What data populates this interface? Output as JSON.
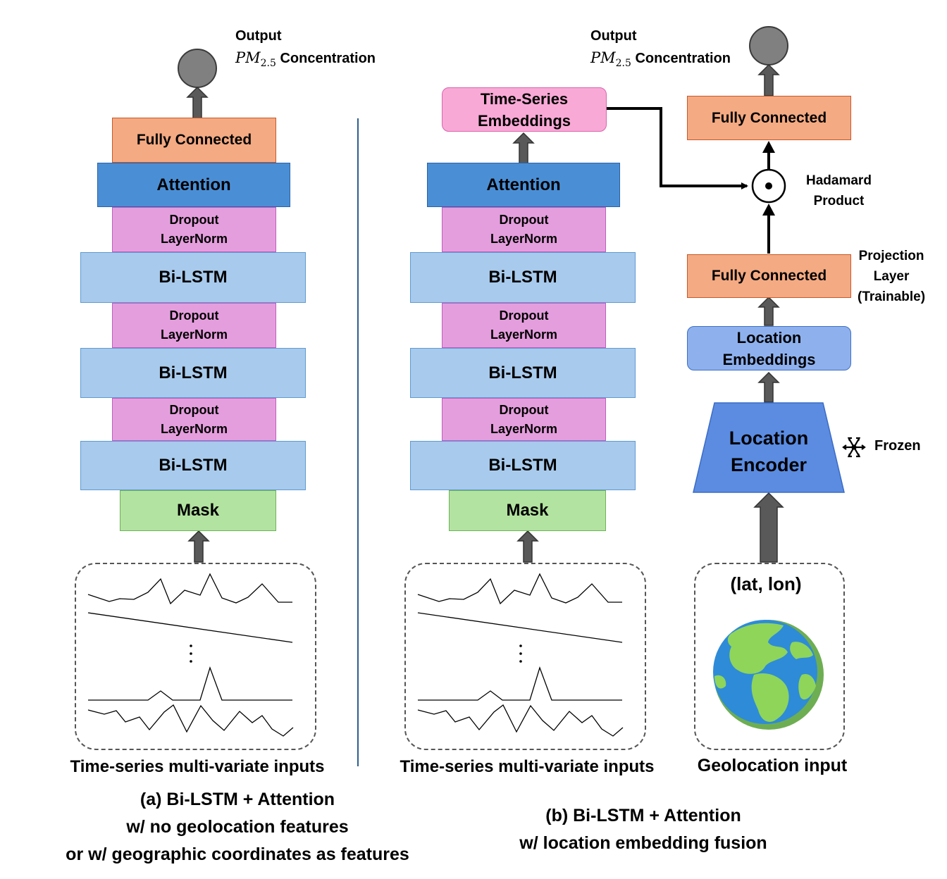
{
  "left": {
    "output_label": "Output",
    "output_sub": "PM",
    "output_sub_idx": "2.5",
    "output_concentration": "Concentration",
    "fully_connected": "Fully Connected",
    "attention": "Attention",
    "dropout": "Dropout",
    "layernorm": "LayerNorm",
    "bilstm": "Bi-LSTM",
    "mask": "Mask",
    "input_label": "Time-series multi-variate inputs",
    "caption_line1": "(a)  Bi-LSTM + Attention",
    "caption_line2": "w/ no geolocation features",
    "caption_line3": "or w/ geographic coordinates as features"
  },
  "right": {
    "output_label": "Output",
    "output_sub": "PM",
    "output_sub_idx": "2.5",
    "output_concentration": "Concentration",
    "tse_line1": "Time-Series",
    "tse_line2": "Embeddings",
    "attention": "Attention",
    "dropout": "Dropout",
    "layernorm": "LayerNorm",
    "bilstm": "Bi-LSTM",
    "mask": "Mask",
    "input_label": "Time-series multi-variate inputs",
    "fully_connected_top": "Fully Connected",
    "hadamard_line1": "Hadamard",
    "hadamard_line2": "Product",
    "fully_connected_proj": "Fully Connected",
    "projection_line1": "Projection",
    "projection_line2": "Layer",
    "projection_line3": "(Trainable)",
    "loc_emb_line1": "Location",
    "loc_emb_line2": "Embeddings",
    "loc_enc_line1": "Location",
    "loc_enc_line2": "Encoder",
    "frozen": "Frozen",
    "latlon": "(lat, lon)",
    "geo_label": "Geolocation input",
    "caption_line1": "(b) Bi-LSTM + Attention",
    "caption_line2": "w/ location embedding fusion"
  },
  "colors": {
    "fully_connected": "#f4aa82",
    "attention": "#4a8fd6",
    "dropout_layernorm": "#e49edd",
    "bilstm": "#a8caec",
    "mask": "#b3e3a0",
    "time_series_embeddings": "#f9a9d6",
    "location_embeddings": "#8eb1ee",
    "location_encoder": "#5b8ce2",
    "output_node": "#808080",
    "arrow": "#595959",
    "divider": "#2e5f8f"
  },
  "icons": [
    "output-node",
    "hadamard-product-icon",
    "snowflake-icon",
    "globe-icon",
    "up-arrow-icon"
  ]
}
